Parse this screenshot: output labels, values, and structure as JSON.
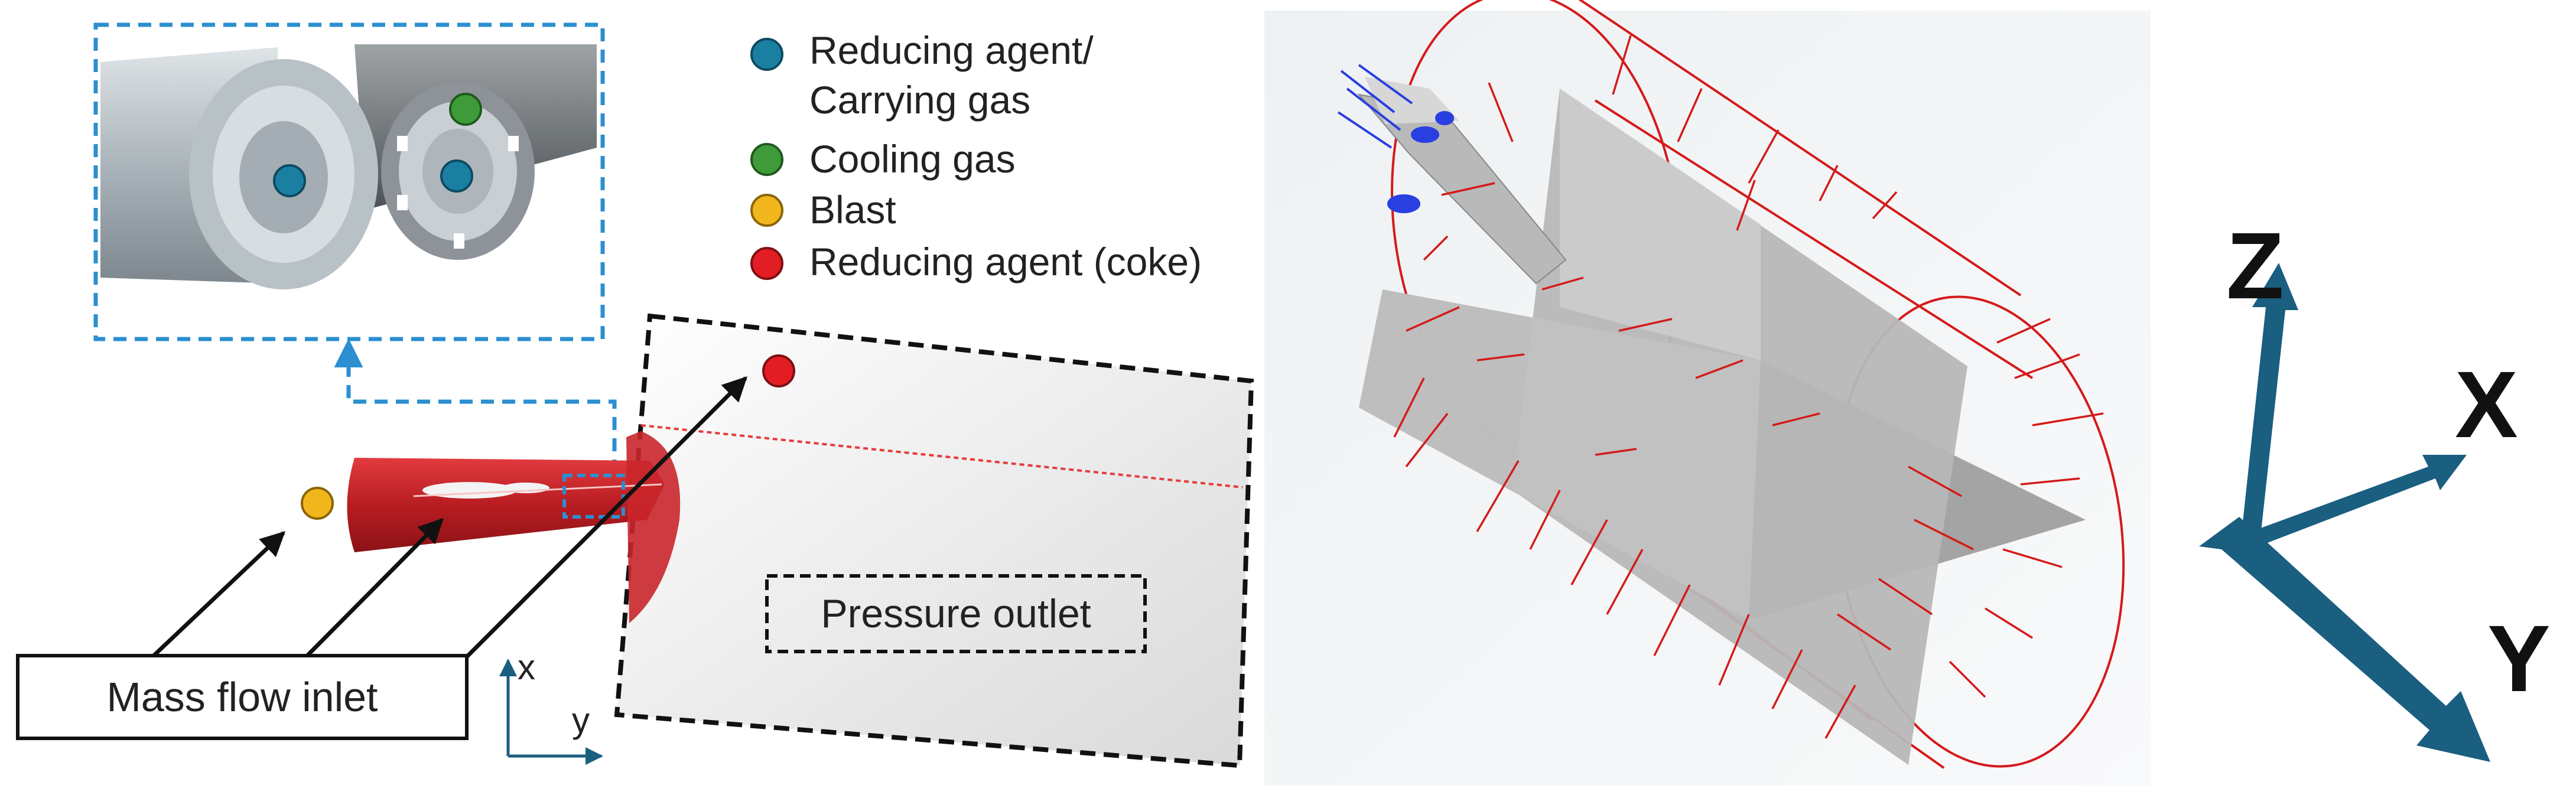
{
  "legend": {
    "items": [
      {
        "label_lines": [
          "Reducing agent/",
          "Carrying gas"
        ],
        "color": "#1b7fa2"
      },
      {
        "label_lines": [
          "Cooling gas"
        ],
        "color": "#3f9b3a"
      },
      {
        "label_lines": [
          "Blast"
        ],
        "color": "#f1b61b"
      },
      {
        "label_lines": [
          "Reducing agent (coke)"
        ],
        "color": "#e21e24"
      }
    ]
  },
  "labels": {
    "mass_flow_inlet": "Mass flow inlet",
    "pressure_outlet": "Pressure outlet",
    "small_axis_x": "x",
    "small_axis_y": "y"
  },
  "axes_triad": {
    "z": "Z",
    "x": "X",
    "y": "Y",
    "color": "#1a5e80"
  },
  "colors": {
    "lance_red": "#c01f24",
    "mesh_red": "#d51a1a",
    "panel_gray": "#aaaaaa",
    "dashed_blue": "#2b8fd0",
    "arrow_blue": "#2a3fe0"
  }
}
